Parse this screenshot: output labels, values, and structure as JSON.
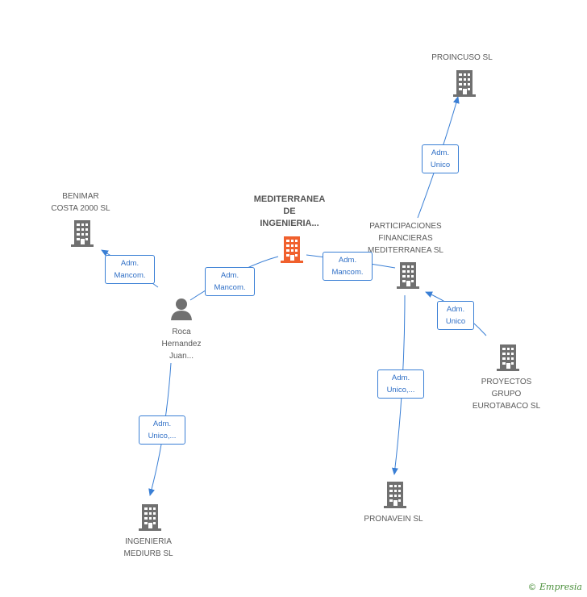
{
  "colors": {
    "building": "#707070",
    "focus_building": "#f0602d",
    "edge": "#3a7fd5",
    "person": "#707070"
  },
  "nodes": {
    "focus": {
      "label": [
        "MEDITERRANEA",
        "DE",
        "INGENIERIA..."
      ],
      "icon": "building-icon"
    },
    "benimar": {
      "label": [
        "BENIMAR",
        "COSTA 2000 SL"
      ],
      "icon": "building-icon"
    },
    "proincuso": {
      "label": [
        "PROINCUSO SL"
      ],
      "icon": "building-icon"
    },
    "participaciones": {
      "label": [
        "PARTICIPACIONES",
        "FINANCIERAS",
        "MEDITERRANEA SL"
      ],
      "icon": "building-icon"
    },
    "person": {
      "label": [
        "Roca",
        "Hernandez",
        "Juan..."
      ],
      "icon": "person-icon"
    },
    "proyectos": {
      "label": [
        "PROYECTOS",
        "GRUPO",
        "EUROTABACO SL"
      ],
      "icon": "building-icon"
    },
    "pronavein": {
      "label": [
        "PRONAVEIN SL"
      ],
      "icon": "building-icon"
    },
    "ingenieria": {
      "label": [
        "INGENIERIA",
        "MEDIURB SL"
      ],
      "icon": "building-icon"
    }
  },
  "edges": {
    "e1": [
      "Adm.",
      "Mancom."
    ],
    "e2": [
      "Adm.",
      "Mancom."
    ],
    "e3": [
      "Adm.",
      "Mancom."
    ],
    "e4": [
      "Adm.",
      "Unico"
    ],
    "e5": [
      "Adm.",
      "Unico"
    ],
    "e6": [
      "Adm.",
      "Unico,..."
    ],
    "e7": [
      "Adm.",
      "Unico,..."
    ]
  },
  "credit": {
    "symbol": "©",
    "brand": "Empresia"
  }
}
